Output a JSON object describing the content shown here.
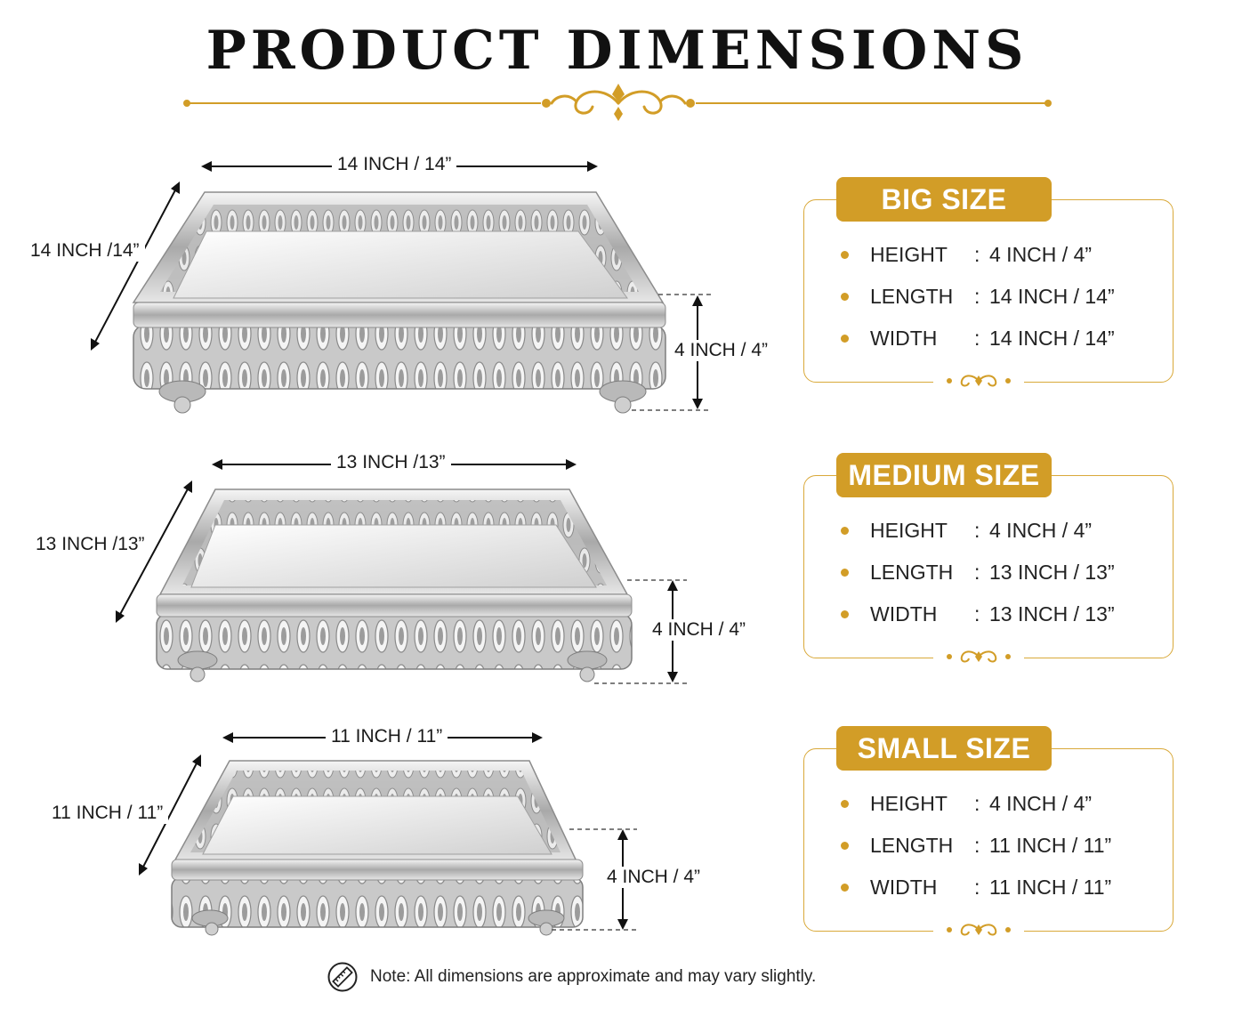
{
  "header": {
    "title": "PRODUCT DIMENSIONS"
  },
  "colors": {
    "gold": "#d29d27",
    "text": "#1c1c1c"
  },
  "trays": [
    {
      "top_label": "14 INCH / 14”",
      "side_label": "14 INCH /14”",
      "height_label": "4 INCH / 4”"
    },
    {
      "top_label": "13 INCH /13”",
      "side_label": "13 INCH /13”",
      "height_label": "4 INCH / 4”"
    },
    {
      "top_label": "11 INCH / 11”",
      "side_label": "11 INCH / 11”",
      "height_label": "4 INCH / 4”"
    }
  ],
  "cards": [
    {
      "badge": "BIG SIZE",
      "rows": [
        {
          "key": "HEIGHT",
          "value": "4 INCH / 4”"
        },
        {
          "key": "LENGTH",
          "value": "14 INCH / 14”"
        },
        {
          "key": "WIDTH",
          "value": "14 INCH / 14”"
        }
      ]
    },
    {
      "badge": "MEDIUM SIZE",
      "rows": [
        {
          "key": "HEIGHT",
          "value": "4 INCH / 4”"
        },
        {
          "key": "LENGTH",
          "value": "13 INCH / 13”"
        },
        {
          "key": "WIDTH",
          "value": "13 INCH / 13”"
        }
      ]
    },
    {
      "badge": "SMALL SIZE",
      "rows": [
        {
          "key": "HEIGHT",
          "value": "4 INCH / 4”"
        },
        {
          "key": "LENGTH",
          "value": "11 INCH / 11”"
        },
        {
          "key": "WIDTH",
          "value": "11 INCH / 11”"
        }
      ]
    }
  ],
  "common": {
    "colon": ":"
  },
  "note": {
    "icon": "ruler-icon",
    "text": "Note: All dimensions are approximate and may vary slightly."
  }
}
